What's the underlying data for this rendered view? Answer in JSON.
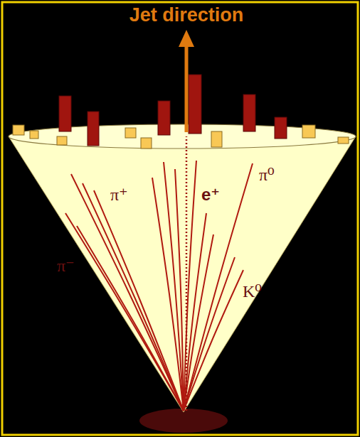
{
  "diagram": {
    "labels": [
      "Jet direction",
      "π⁺",
      "e⁺",
      "π⁰",
      "π⁻",
      "K⁰"
    ]
  }
}
